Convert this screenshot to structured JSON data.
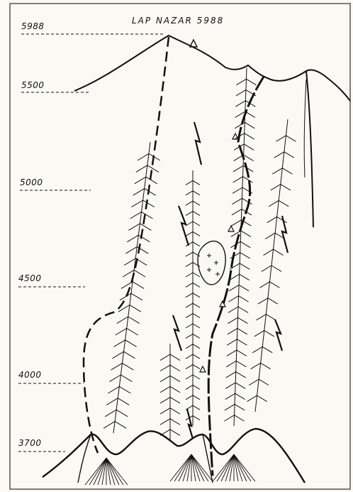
{
  "title": "LAP NAZAR 5988",
  "altitudes": [
    {
      "key": "a5988",
      "label": "5988"
    },
    {
      "key": "a5500",
      "label": "5500"
    },
    {
      "key": "a5000",
      "label": "5000"
    },
    {
      "key": "a4500",
      "label": "4500"
    },
    {
      "key": "a4000",
      "label": "4000"
    },
    {
      "key": "a3700",
      "label": "3700"
    }
  ],
  "colors": {
    "ink": "#111111",
    "paper": "#fbf9f4",
    "border": "#555555"
  }
}
